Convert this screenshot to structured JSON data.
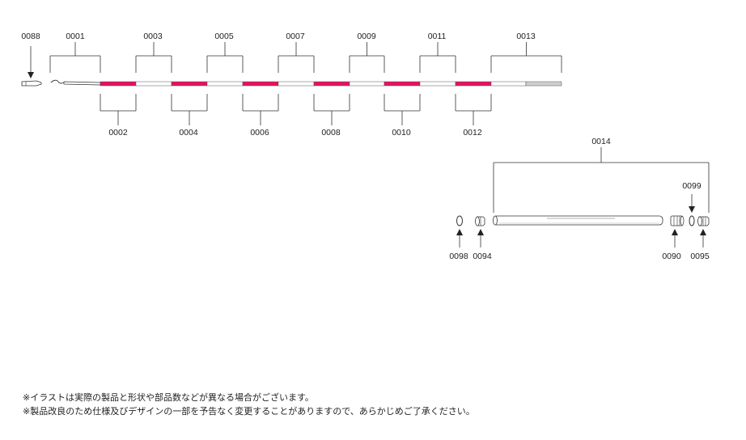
{
  "colors": {
    "pink": "#e8105f",
    "white_section": "#ffffff",
    "gray_tip": "#cfcfcf",
    "line": "#333333"
  },
  "rod": {
    "top_labels": [
      "0001",
      "0003",
      "0005",
      "0007",
      "0009",
      "0011",
      "0013"
    ],
    "bottom_labels": [
      "0002",
      "0004",
      "0006",
      "0008",
      "0010",
      "0012"
    ],
    "cap_label": "0088"
  },
  "parts": {
    "tube_label": "0014",
    "labels": [
      "0098",
      "0094",
      "0090",
      "0095",
      "0099"
    ]
  },
  "notes": [
    "※イラストは実際の製品と形状や部品数などが異なる場合がございます。",
    "※製品改良のため仕様及びデザインの一部を予告なく変更することがありますので、あらかじめご了承ください。"
  ]
}
